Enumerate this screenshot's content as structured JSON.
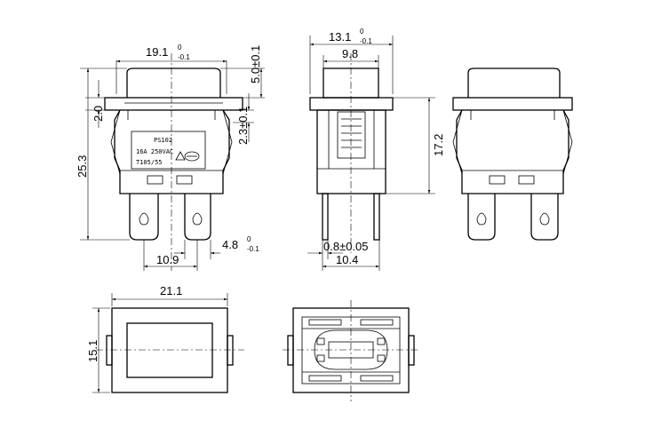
{
  "dimensions": {
    "width_top": {
      "main": "19.1",
      "tol_upper": "0",
      "tol_lower": "-0.1"
    },
    "cap_height": {
      "main": "5.0±0.1"
    },
    "step_height": {
      "main": "2.0"
    },
    "clip_height": {
      "main": "2.3±0.1"
    },
    "total_height": {
      "main": "25.3"
    },
    "terminal_width": {
      "main": "4.8",
      "tol_upper": "0",
      "tol_lower": "-0.1"
    },
    "terminal_pitch": {
      "main": "10.9"
    },
    "side_width": {
      "main": "13.1",
      "tol_upper": "0",
      "tol_lower": "-0.1"
    },
    "side_cap_width": {
      "main": "9.8"
    },
    "side_height": {
      "main": "17.2"
    },
    "terminal_thickness": {
      "main": "0.8±0.05"
    },
    "side_terminal_span": {
      "main": "10.4"
    },
    "bottom_width": {
      "main": "21.1"
    },
    "bottom_height": {
      "main": "15.1"
    }
  },
  "label": {
    "model": "PS102",
    "rating": "16A 250VAC",
    "temp": "T105/55"
  }
}
